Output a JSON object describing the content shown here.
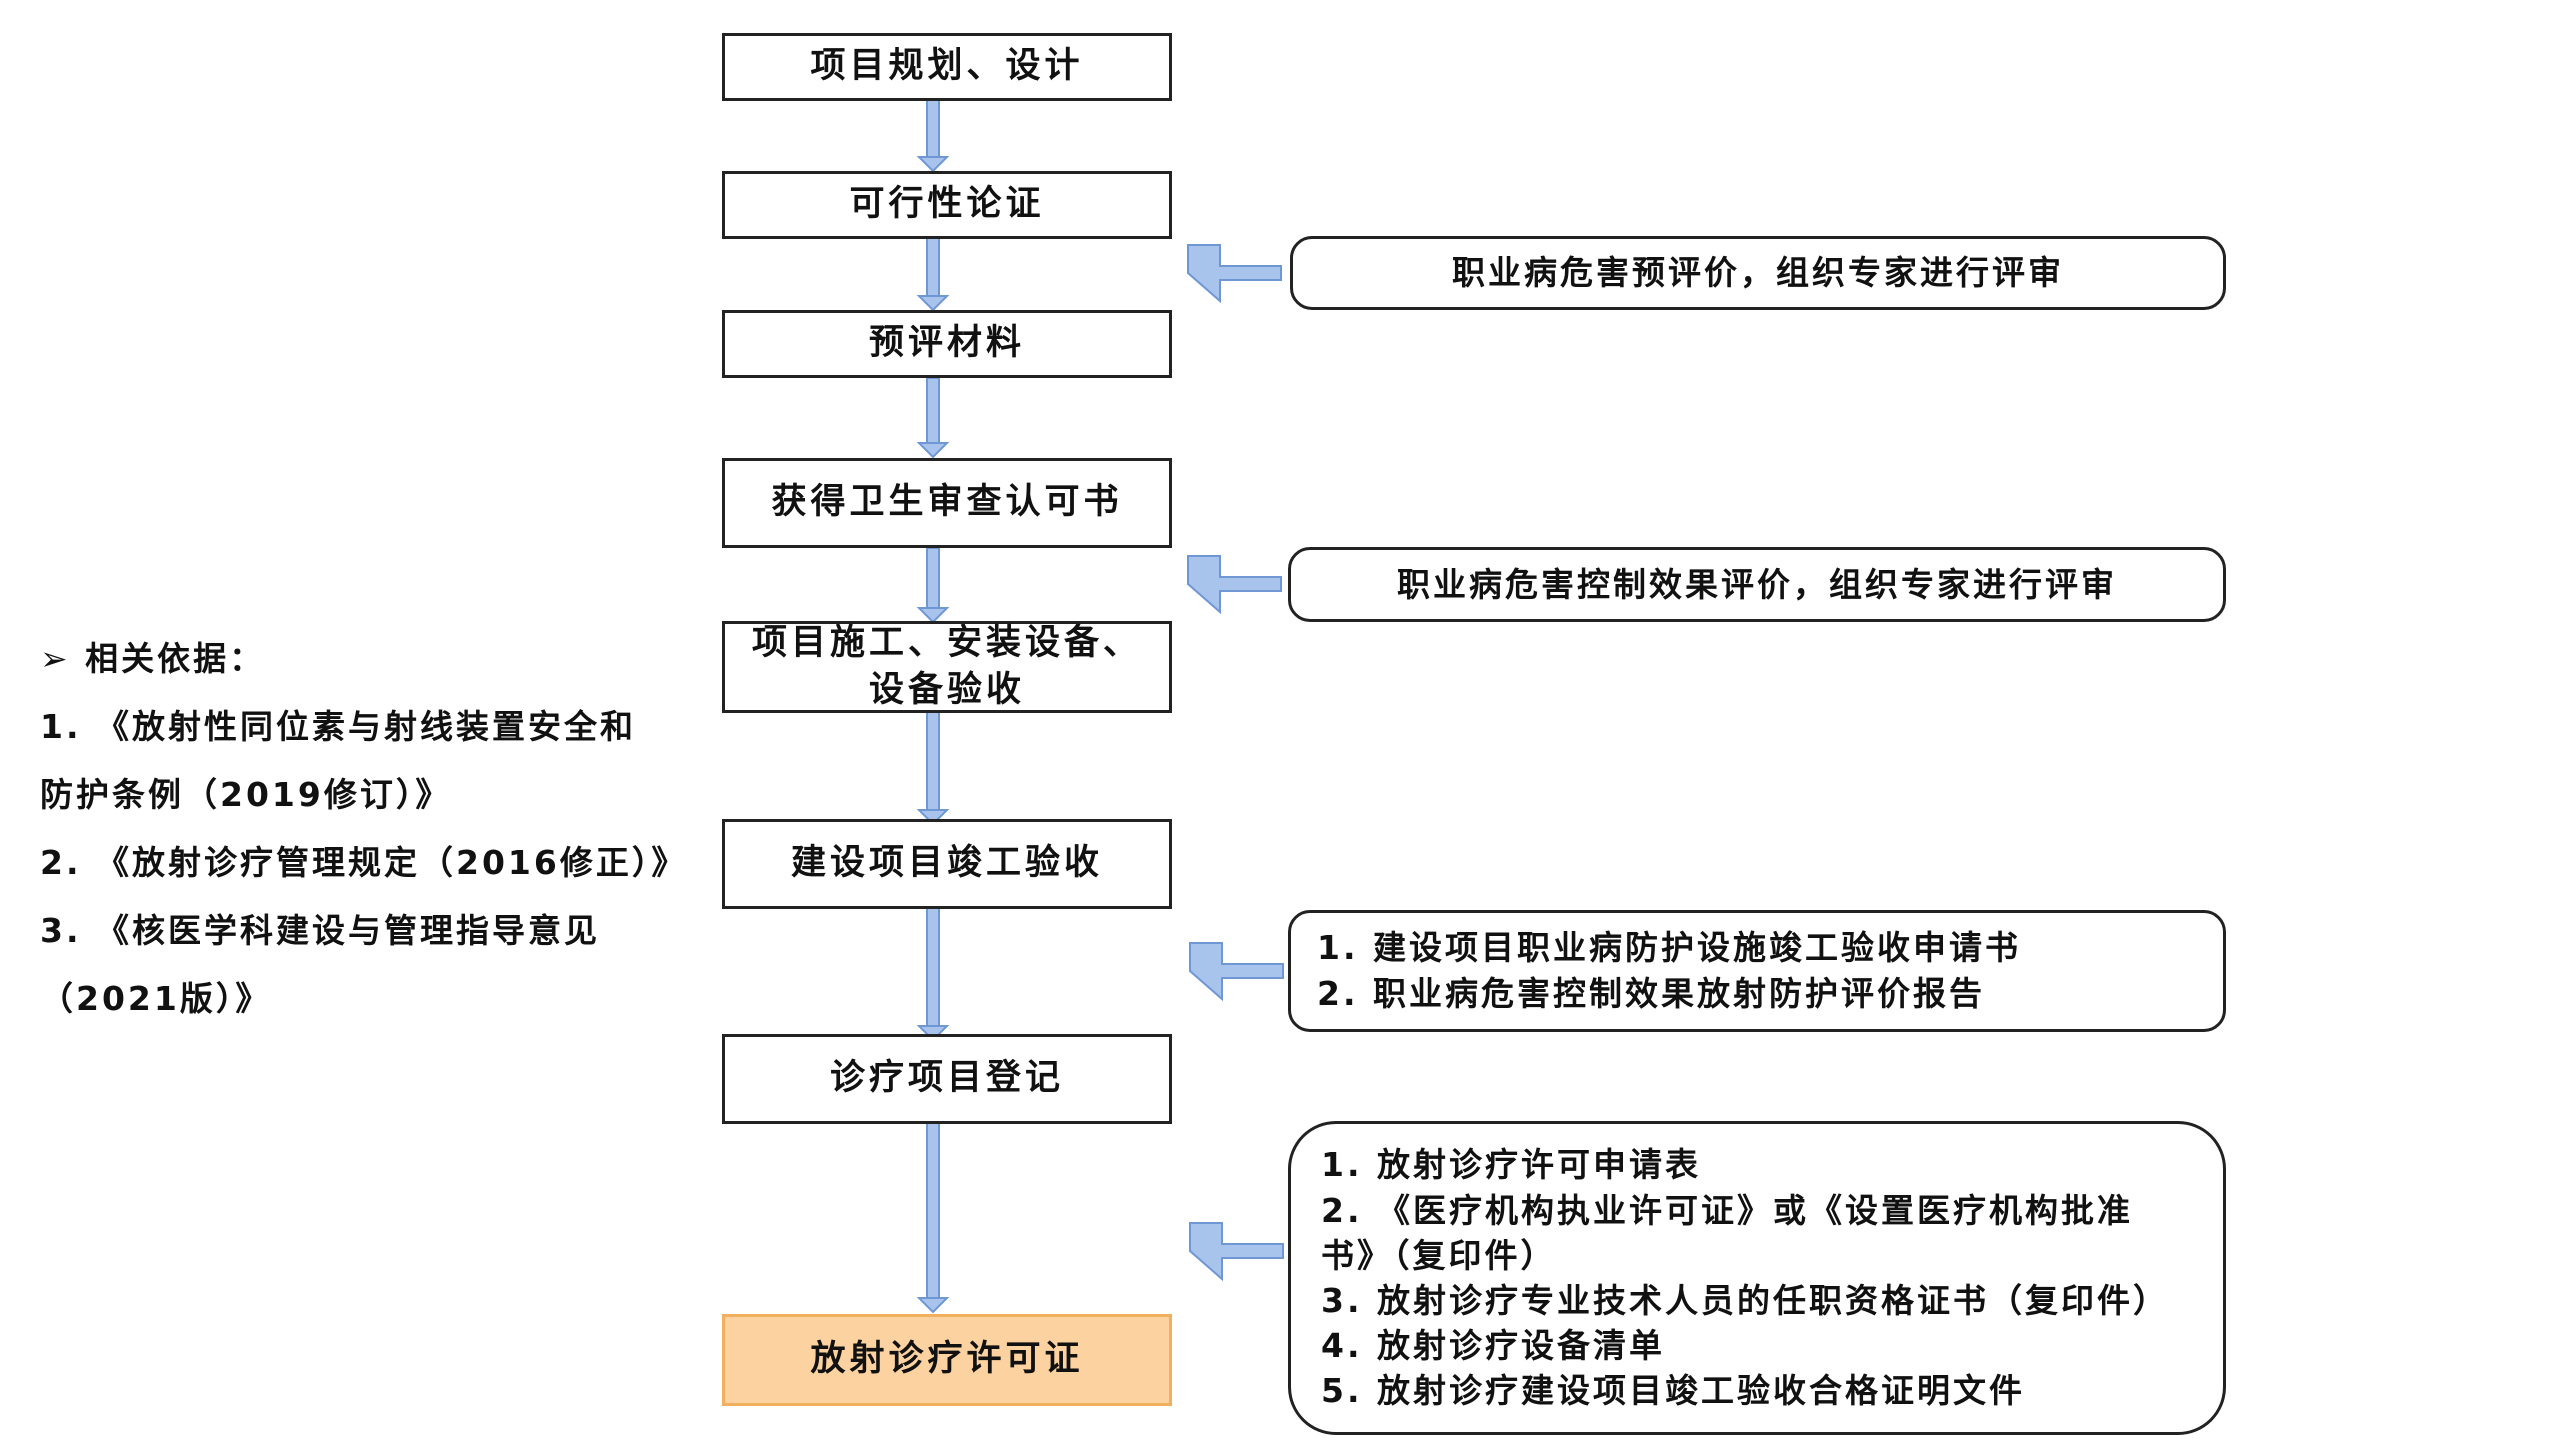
{
  "flow": {
    "steps": [
      "项目规划、设计",
      "可行性论证",
      "预评材料",
      "获得卫生审查认可书",
      [
        "项目施工、安装设备、",
        "设备验收"
      ],
      "建设项目竣工验收",
      "诊疗项目登记",
      "放射诊疗许可证"
    ],
    "notes": [
      [
        "职业病危害预评价，组织专家进行评审"
      ],
      [
        "职业病危害控制效果评价，组织专家进行评审"
      ],
      [
        "1. 建设项目职业病防护设施竣工验收申请书",
        "2. 职业病危害控制效果放射防护评价报告"
      ],
      [
        "1. 放射诊疗许可申请表",
        "2. 《医疗机构执业许可证》或《设置医疗机构批准",
        "书》（复印件）",
        "3. 放射诊疗专业技术人员的任职资格证书（复印件）",
        "4. 放射诊疗设备清单",
        "5. 放射诊疗建设项目竣工验收合格证明文件"
      ]
    ]
  },
  "basis": {
    "heading": "相关依据：",
    "lines": [
      "1. 《放射性同位素与射线装置安全和",
      "防护条例（2019修订）》",
      "2. 《放射诊疗管理规定（2016修正）》",
      "3. 《核医学科建设与管理指导意见",
      "（2021版）》"
    ]
  },
  "colors": {
    "arrow_fill": "#a9c4ec",
    "arrow_stroke": "#6f97d4",
    "final_fill": "#fcd3a0",
    "final_border": "#f0b060"
  }
}
